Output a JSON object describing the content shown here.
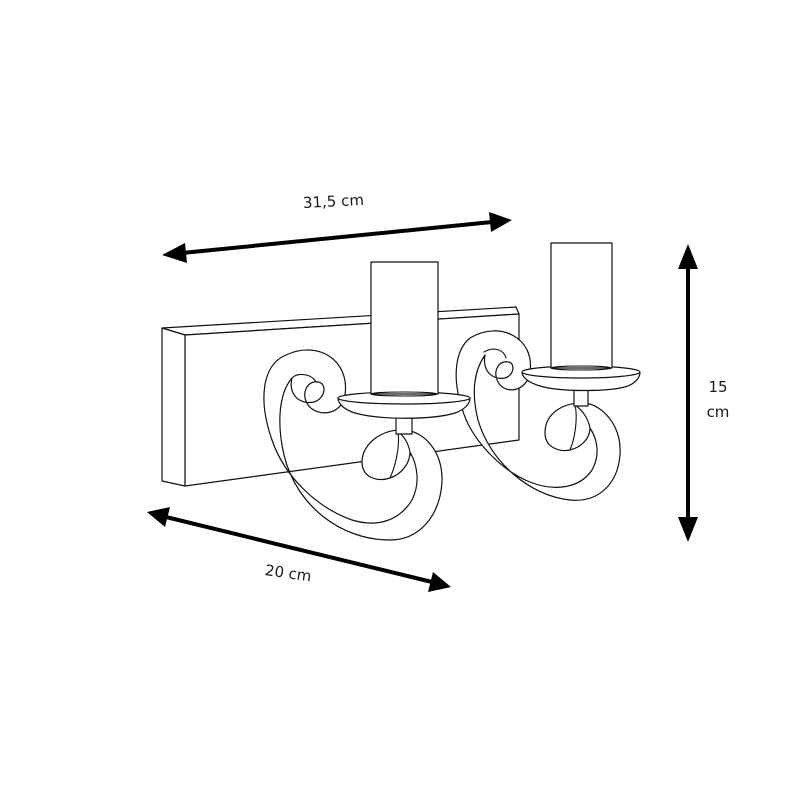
{
  "dimensions": {
    "width": "31,5 cm",
    "depth": "20 cm",
    "height_value": "15",
    "height_unit": "cm"
  },
  "colors": {
    "line": "#111111",
    "background": "#ffffff"
  }
}
